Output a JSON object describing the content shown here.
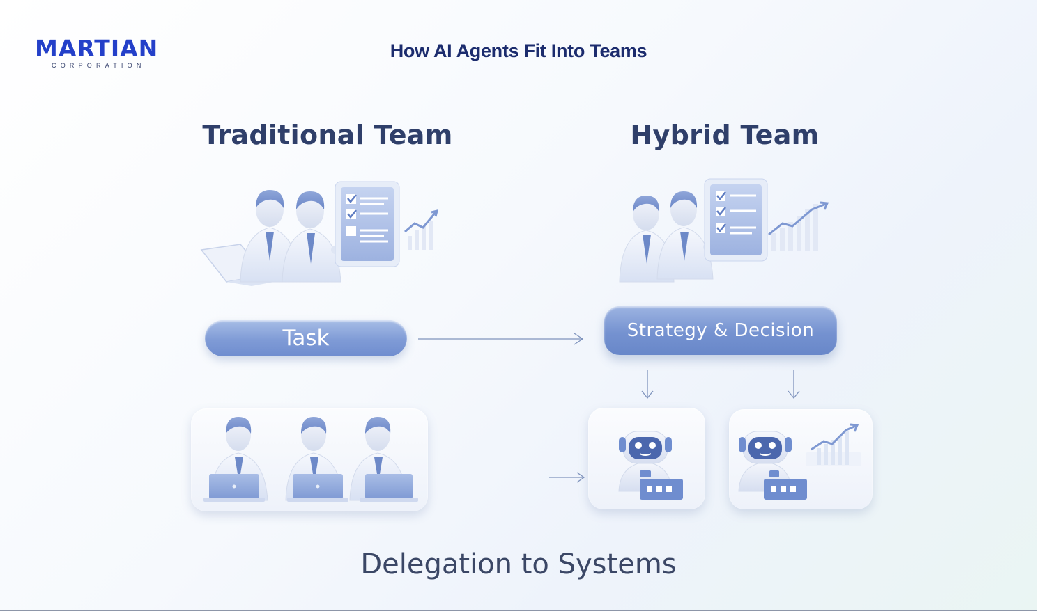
{
  "logo": {
    "word": "MARTIAN",
    "sub": "CORPORATION",
    "color": "#2440c9"
  },
  "title": "How AI Agents Fit Into Teams",
  "columns": {
    "traditional": {
      "heading": "Traditional Team",
      "pill": "Task"
    },
    "hybrid": {
      "heading": "Hybrid Team",
      "pill": "Strategy & Decision"
    }
  },
  "footer": "Delegation to Systems",
  "colors": {
    "accent": "#7592d0",
    "ink": "#2f3f6a",
    "title": "#1c2c6e"
  },
  "icons": [
    "businessmen-group-icon",
    "checklist-board-icon",
    "trend-chart-icon",
    "laptop-icon",
    "robot-agent-icon",
    "arrow-right-icon",
    "arrow-down-icon"
  ]
}
